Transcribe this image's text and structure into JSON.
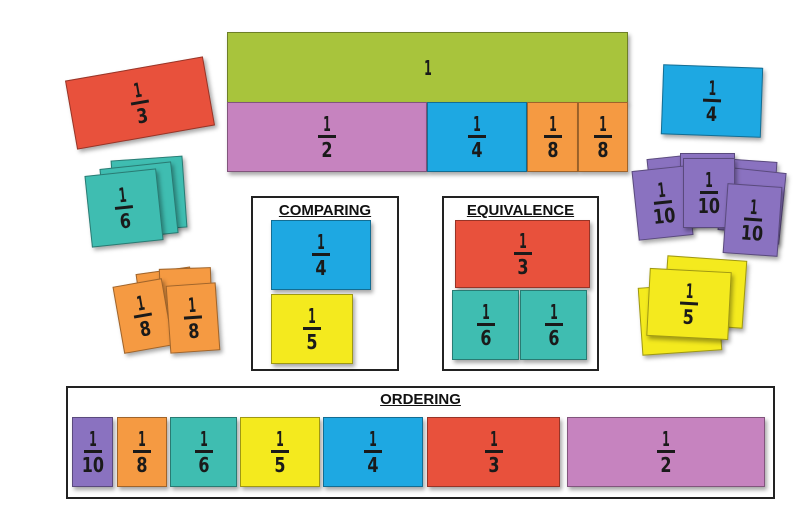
{
  "colors": {
    "whole": "#a8c43c",
    "half": "#c683bf",
    "third": "#e8513c",
    "quarter": "#1ea8e2",
    "fifth": "#f4ea1e",
    "sixth": "#3fbdb1",
    "eighth": "#f59a42",
    "tenth": "#8a72c0"
  },
  "top_bar": [
    {
      "num": "1",
      "den": ""
    },
    {
      "num": "1",
      "den": "2"
    },
    {
      "num": "1",
      "den": "4"
    },
    {
      "num": "1",
      "den": "8"
    },
    {
      "num": "1",
      "den": "8"
    }
  ],
  "loose_tiles": [
    {
      "num": "1",
      "den": "3"
    },
    {
      "num": "1",
      "den": "6"
    },
    {
      "num": "1",
      "den": "8"
    },
    {
      "num": "1",
      "den": "8"
    },
    {
      "num": "1",
      "den": "4"
    },
    {
      "num": "1",
      "den": "10"
    },
    {
      "num": "1",
      "den": "10"
    },
    {
      "num": "1",
      "den": "10"
    },
    {
      "num": "1",
      "den": "5"
    }
  ],
  "comparing": {
    "title": "COMPARING",
    "tiles": [
      {
        "num": "1",
        "den": "4"
      },
      {
        "num": "1",
        "den": "5"
      }
    ]
  },
  "equivalence": {
    "title": "EQUIVALENCE",
    "tiles": [
      {
        "num": "1",
        "den": "3"
      },
      {
        "num": "1",
        "den": "6"
      },
      {
        "num": "1",
        "den": "6"
      }
    ]
  },
  "ordering": {
    "title": "ORDERING",
    "tiles": [
      {
        "num": "1",
        "den": "10"
      },
      {
        "num": "1",
        "den": "8"
      },
      {
        "num": "1",
        "den": "6"
      },
      {
        "num": "1",
        "den": "5"
      },
      {
        "num": "1",
        "den": "4"
      },
      {
        "num": "1",
        "den": "3"
      },
      {
        "num": "1",
        "den": "2"
      }
    ]
  }
}
